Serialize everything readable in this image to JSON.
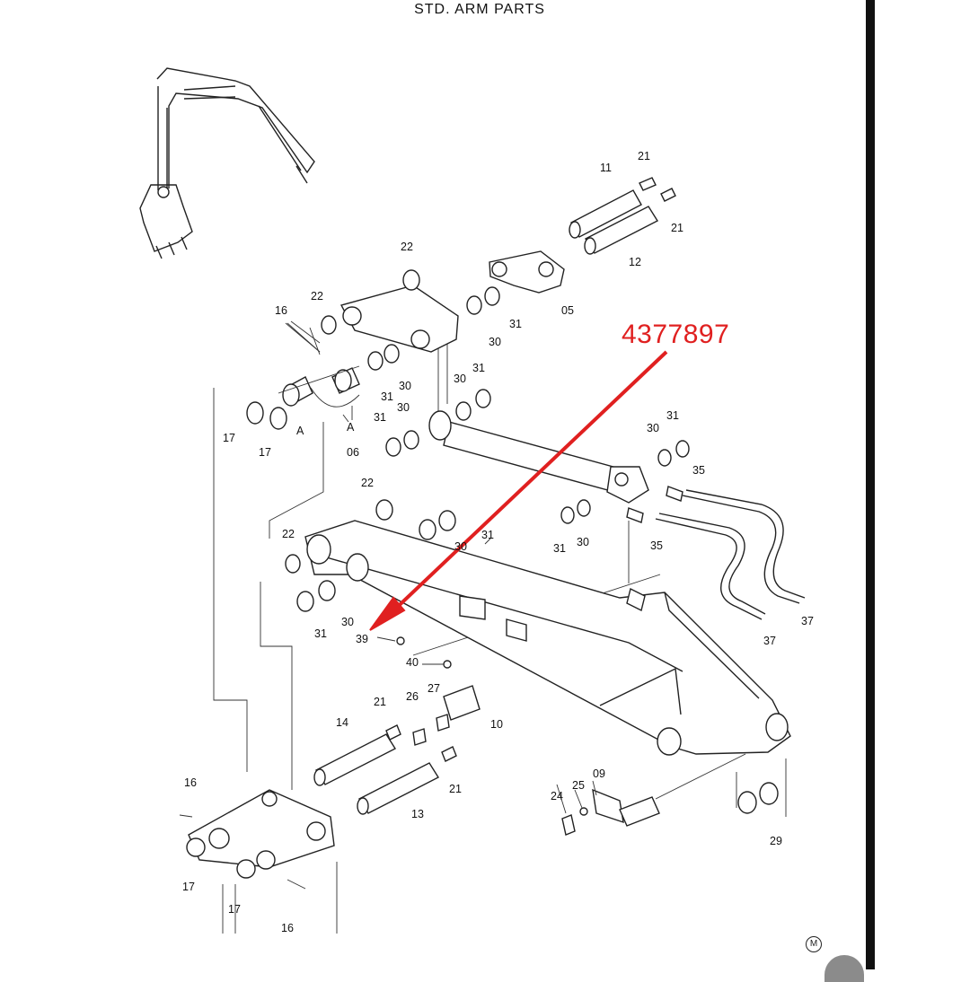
{
  "title": "STD. ARM  PARTS",
  "annotation": {
    "part_number": "4377897",
    "color": "#e02020"
  },
  "mark": "M",
  "callouts": [
    "21",
    "11",
    "21",
    "12",
    "22",
    "05",
    "31",
    "30",
    "22",
    "16",
    "31",
    "30",
    "31",
    "30",
    "30",
    "31",
    "31",
    "30",
    "17",
    "17",
    "A",
    "A",
    "06",
    "30",
    "31",
    "35",
    "22",
    "22",
    "31",
    "30",
    "31",
    "30",
    "35",
    "31",
    "30",
    "39",
    "40",
    "37",
    "37",
    "21",
    "26",
    "27",
    "10",
    "14",
    "16",
    "21",
    "13",
    "09",
    "25",
    "24",
    "17",
    "17",
    "16",
    "29"
  ]
}
